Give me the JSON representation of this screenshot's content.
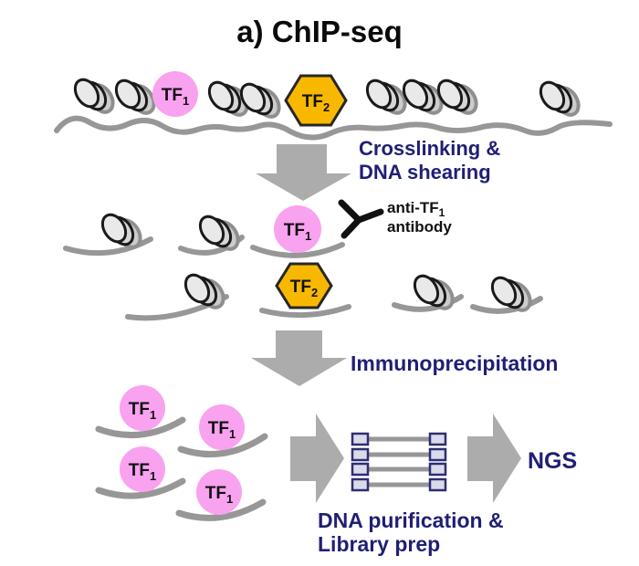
{
  "title": "a) ChIP-seq",
  "molecules": {
    "tf1": {
      "base": "TF",
      "sub": "1"
    },
    "tf2": {
      "base": "TF",
      "sub": "2"
    }
  },
  "steps": {
    "crosslink_line1": "Crosslinking &",
    "crosslink_line2": "DNA shearing",
    "immunoprecipitation": "Immunoprecipitation",
    "purification_line1": "DNA purification &",
    "purification_line2": "Library prep"
  },
  "annotations": {
    "antibody_line1_base": "anti-TF",
    "antibody_line1_sub": "1",
    "antibody_line2": "antibody",
    "ngs": "NGS"
  },
  "icons": {
    "nucleosome": "tilted-gray-cylinder-disk",
    "antibody": "black-y-shape",
    "down_arrow": "gray-block-arrow-down",
    "right_arrow": "gray-block-arrow-right",
    "dna": "gray-wavy-strand",
    "library_fragment": "gray-bar-with-adapter-boxes"
  },
  "colors": {
    "tf1_fill": "#F8A2F0",
    "tf2_fill": "#F9B800",
    "label_navy": "#1F1F75",
    "arrow_gray": "#ACACAC",
    "dna_gray": "#979797",
    "nucleosome_fill": "#E9E9E9",
    "adapter_fill": "#DADAEA",
    "adapter_border": "#2E2E74"
  }
}
